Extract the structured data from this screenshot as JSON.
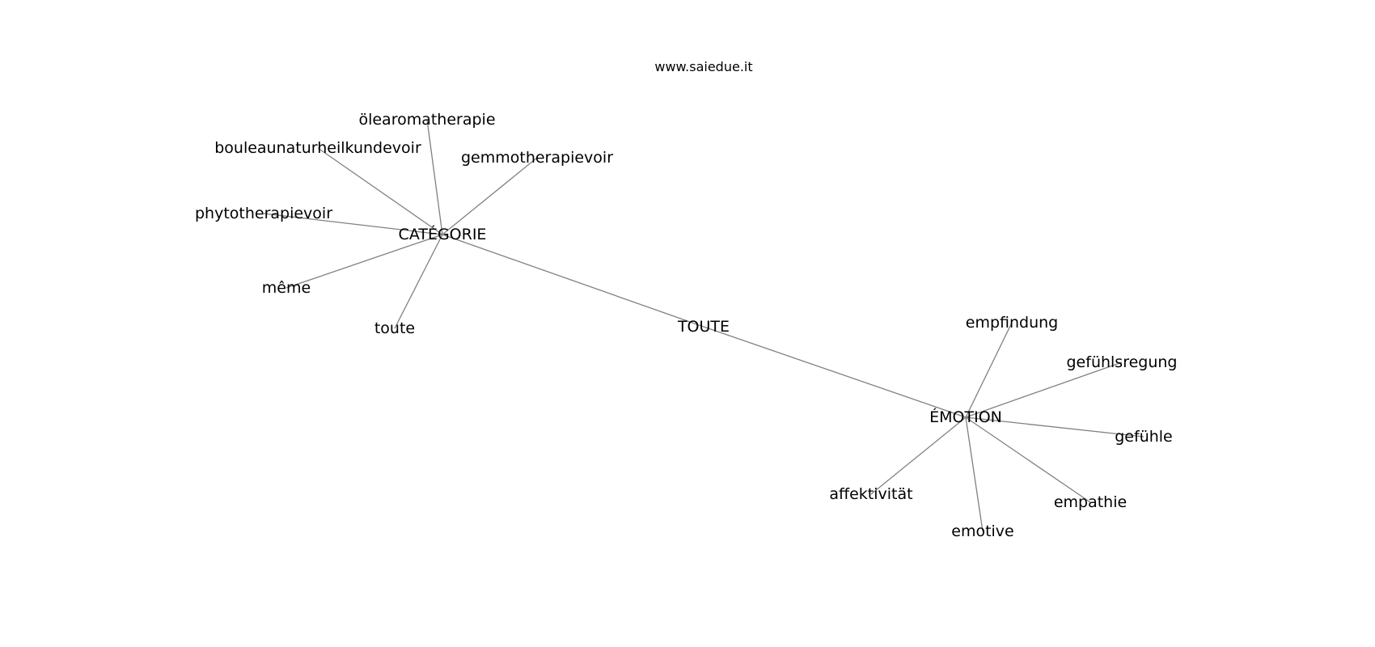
{
  "caption": "www.saiedue.it",
  "graph": {
    "nodes": [
      {
        "id": "toute_hub",
        "label": "TOUTE"
      },
      {
        "id": "categorie",
        "label": "CATÉGORIE"
      },
      {
        "id": "emotion",
        "label": "ÉMOTION"
      },
      {
        "id": "olearomatherapie",
        "label": "ölearomatherapie"
      },
      {
        "id": "bouleaunaturheilkundevoir",
        "label": "bouleaunaturheilkundevoir"
      },
      {
        "id": "gemmotherapievoir",
        "label": "gemmotherapievoir"
      },
      {
        "id": "phytotherapievoir",
        "label": "phytotherapievoir"
      },
      {
        "id": "meme",
        "label": "même"
      },
      {
        "id": "toute",
        "label": "toute"
      },
      {
        "id": "empfindung",
        "label": "empfindung"
      },
      {
        "id": "gefuhlsregung",
        "label": "gefühlsregung"
      },
      {
        "id": "gefuhle",
        "label": "gefühle"
      },
      {
        "id": "empathie",
        "label": "empathie"
      },
      {
        "id": "emotive",
        "label": "emotive"
      },
      {
        "id": "affektivitat",
        "label": "affektivität"
      }
    ],
    "edges": [
      [
        "toute_hub",
        "categorie"
      ],
      [
        "toute_hub",
        "emotion"
      ],
      [
        "categorie",
        "olearomatherapie"
      ],
      [
        "categorie",
        "bouleaunaturheilkundevoir"
      ],
      [
        "categorie",
        "gemmotherapievoir"
      ],
      [
        "categorie",
        "phytotherapievoir"
      ],
      [
        "categorie",
        "meme"
      ],
      [
        "categorie",
        "toute"
      ],
      [
        "emotion",
        "empfindung"
      ],
      [
        "emotion",
        "gefuhlsregung"
      ],
      [
        "emotion",
        "gefuhle"
      ],
      [
        "emotion",
        "empathie"
      ],
      [
        "emotion",
        "emotive"
      ],
      [
        "emotion",
        "affektivitat"
      ]
    ]
  }
}
